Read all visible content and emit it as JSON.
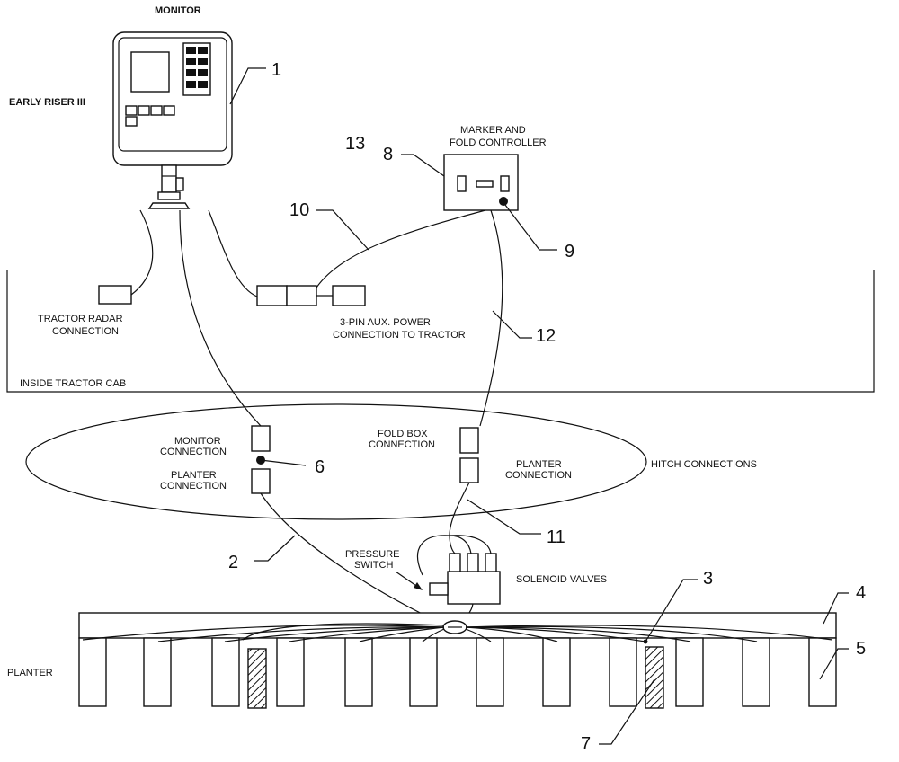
{
  "labels": {
    "monitor": "MONITOR",
    "early_riser": "EARLY RISER III",
    "marker_fold_line1": "MARKER AND",
    "marker_fold_line2": "FOLD CONTROLLER",
    "tractor_radar_line1": "TRACTOR RADAR",
    "tractor_radar_line2": "CONNECTION",
    "aux_power_line1": "3-PIN AUX. POWER",
    "aux_power_line2": "CONNECTION TO TRACTOR",
    "inside_cab": "INSIDE TRACTOR CAB",
    "monitor_conn_line1": "MONITOR",
    "monitor_conn_line2": "CONNECTION",
    "planter_conn_left_line1": "PLANTER",
    "planter_conn_left_line2": "CONNECTION",
    "fold_box_line1": "FOLD BOX",
    "fold_box_line2": "CONNECTION",
    "planter_conn_right_line1": "PLANTER",
    "planter_conn_right_line2": "CONNECTION",
    "hitch": "HITCH CONNECTIONS",
    "pressure_line1": "PRESSURE",
    "pressure_line2": "SWITCH",
    "solenoid": "SOLENOID VALVES",
    "planter": "PLANTER"
  },
  "callouts": {
    "n1": "1",
    "n2": "2",
    "n3": "3",
    "n4": "4",
    "n5": "5",
    "n6": "6",
    "n7": "7",
    "n8": "8",
    "n9": "9",
    "n10": "10",
    "n11": "11",
    "n12": "12",
    "n13": "13"
  }
}
